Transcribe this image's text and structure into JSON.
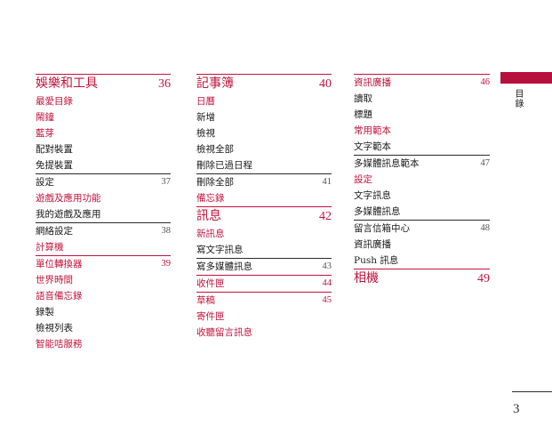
{
  "side_tab": {
    "label": "目錄",
    "color": "#b8103e"
  },
  "page_number": "3",
  "columns": [
    [
      {
        "text": "娛樂和工具",
        "page": "36",
        "main": true,
        "red": true,
        "sep": true
      },
      {
        "text": "最愛目錄",
        "red": true
      },
      {
        "text": "鬧鐘",
        "red": true
      },
      {
        "text": "藍芽",
        "red": true
      },
      {
        "text": "配對裝置"
      },
      {
        "text": "免提裝置"
      },
      {
        "text": "設定",
        "page": "37",
        "sep": true
      },
      {
        "text": "遊戲及應用功能",
        "red": true
      },
      {
        "text": "我的遊戲及應用"
      },
      {
        "text": "網絡設定",
        "page": "38",
        "sep": true
      },
      {
        "text": "計算機",
        "red": true
      },
      {
        "text": "單位轉換器",
        "page": "39",
        "red": true,
        "sep": true
      },
      {
        "text": "世界時間",
        "red": true
      },
      {
        "text": "語音備忘錄",
        "red": true
      },
      {
        "text": "錄製"
      },
      {
        "text": "檢視列表"
      },
      {
        "text": "智能咭服務",
        "red": true
      }
    ],
    [
      {
        "text": "記事簿",
        "page": "40",
        "main": true,
        "red": true,
        "sep": true
      },
      {
        "text": "日曆",
        "red": true
      },
      {
        "text": "新增"
      },
      {
        "text": "檢視"
      },
      {
        "text": "檢視全部"
      },
      {
        "text": "刪除已過日程"
      },
      {
        "text": "刪除全部",
        "page": "41",
        "sep": true
      },
      {
        "text": "備忘錄",
        "red": true
      },
      {
        "text": "訊息",
        "page": "42",
        "main": true,
        "red": true,
        "sep": true
      },
      {
        "text": "新訊息",
        "red": true
      },
      {
        "text": "寫文字訊息"
      },
      {
        "text": "寫多媒體訊息",
        "page": "43",
        "sep": true
      },
      {
        "text": "收件匣",
        "page": "44",
        "red": true,
        "sep": true
      },
      {
        "text": "草稿",
        "page": "45",
        "red": true,
        "sep": true
      },
      {
        "text": "寄件匣",
        "red": true
      },
      {
        "text": "收聽留言訊息",
        "red": true
      }
    ],
    [
      {
        "text": "資訊廣播",
        "page": "46",
        "red": true,
        "sep": true
      },
      {
        "text": "讀取"
      },
      {
        "text": "標題"
      },
      {
        "text": "常用範本",
        "red": true
      },
      {
        "text": "文字範本"
      },
      {
        "text": "多媒體訊息範本",
        "page": "47",
        "sep": true
      },
      {
        "text": "設定",
        "red": true
      },
      {
        "text": "文字訊息"
      },
      {
        "text": "多媒體訊息"
      },
      {
        "text": "留言信箱中心",
        "page": "48",
        "sep": true
      },
      {
        "text": "資訊廣播"
      },
      {
        "text": "Push 訊息"
      },
      {
        "text": "相機",
        "page": "49",
        "main": true,
        "red": true,
        "sep": true
      }
    ]
  ]
}
